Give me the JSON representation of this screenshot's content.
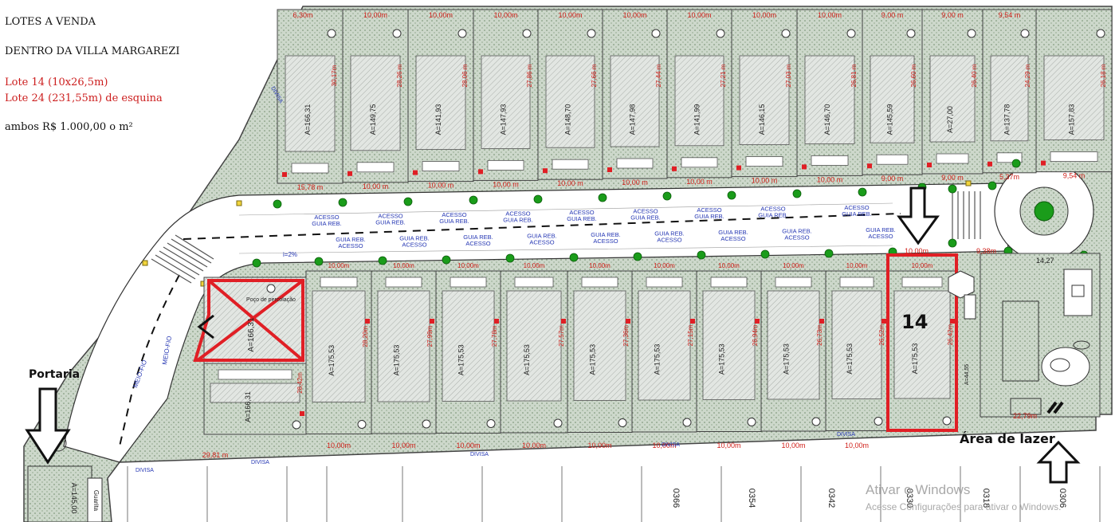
{
  "notes": {
    "title": "LOTES A VENDA",
    "subtitle": "DENTRO DA VILLA MARGAREZI",
    "lot14": "Lote 14 (10x26,5m)",
    "lot24": "Lote 24 (231,55m) de esquina",
    "price": "ambos R$ 1.000,00 o m²"
  },
  "labels": {
    "portaria": "Portaria",
    "area_lazer": "Área de lazer",
    "lot_number": "14",
    "percolacao_top": "Poço de percolação",
    "divisa": "DIVISA"
  },
  "top_lots": [
    {
      "area": "A=166,31",
      "front": "15,78 m",
      "depth": "30,17m"
    },
    {
      "area": "A=149,75",
      "front": "10,00 m",
      "depth": "28,26 m"
    },
    {
      "area": "A=141,93",
      "front": "10,00 m",
      "depth": "28,06 m"
    },
    {
      "area": "A=147,93",
      "front": "10,00 m",
      "depth": "27,86 m"
    },
    {
      "area": "A=148,70",
      "front": "10,00 m",
      "depth": "27,66 m"
    },
    {
      "area": "A=147,98",
      "front": "10,00 m",
      "depth": "27,44 m"
    },
    {
      "area": "A=141,99",
      "front": "10,00 m",
      "depth": "27,21 m"
    },
    {
      "area": "A=146,15",
      "front": "10,00 m",
      "depth": "27,03 m"
    },
    {
      "area": "A=146,70",
      "front": "10,00 m",
      "depth": "26,81 m"
    },
    {
      "area": "A=145,59",
      "front": "9,00 m",
      "depth": "26,60 m"
    },
    {
      "area": "A=27,00",
      "front": "9,00 m",
      "depth": "26,40 m"
    },
    {
      "area": "A=137,78",
      "front": "5,37m",
      "depth": "24,29 m"
    },
    {
      "area": "A=157,83",
      "front": "9,54 m",
      "depth": "26,18 m"
    }
  ],
  "top_dims": [
    "6,30m",
    "10,00m",
    "10,00m",
    "10,00m",
    "10,00m",
    "10,00m",
    "10,00m",
    "10,00m",
    "10,00m",
    "9,00 m",
    "9,00 m",
    "9,54 m"
  ],
  "bottom_lots": [
    {
      "area": "A=166,31",
      "depth": "28,42m"
    },
    {
      "area": "A=175,53",
      "depth": "28,20m"
    },
    {
      "area": "A=175,53",
      "depth": "27,99m"
    },
    {
      "area": "A=175,53",
      "depth": "27,78m"
    },
    {
      "area": "A=175,53",
      "depth": "27,57m"
    },
    {
      "area": "A=175,53",
      "depth": "27,36m"
    },
    {
      "area": "A=175,53",
      "depth": "27,15m"
    },
    {
      "area": "A=175,53",
      "depth": "26,94m"
    },
    {
      "area": "A=175,53",
      "depth": "26,73m"
    },
    {
      "area": "A=175,53",
      "depth": "26,52m"
    },
    {
      "area": "A=175,53",
      "depth": "26,42m"
    }
  ],
  "crossed_lot": {
    "area": "A=166,31"
  },
  "bottom_dims": [
    "29,81 m",
    "10,00m",
    "10,00m",
    "10,00m",
    "10,00m",
    "10,00m",
    "10,00m",
    "10,00m",
    "10,00m",
    "10,00m"
  ],
  "street": {
    "acesso": "ACESSO",
    "guia": "GUIA REB.",
    "slope": "i=2%",
    "meio_fio": "MEIO-FIO",
    "right_dim": "9,38m",
    "round_dim": "14,27",
    "round_dim2": "10,00m"
  },
  "leisure": {
    "dim1": "22,79m",
    "dim2": "A=44,55"
  },
  "gatehouse": {
    "area": "A=145,00",
    "label": "Guarita"
  },
  "bottom_codes": [
    "0330",
    "0318",
    "0306",
    "0342",
    "0354",
    "0366"
  ],
  "watermark": {
    "title": "Ativar o Windows",
    "body": "Acesse Configurações para ativar o Windows."
  },
  "colors": {
    "lot_fill": "#dde3dd",
    "green_area": "#c7d3c5",
    "tree": "#1a9c1a",
    "red": "#e01f25",
    "dim_red": "#d0201a",
    "blue_text": "#2436b3",
    "line": "#333333"
  }
}
